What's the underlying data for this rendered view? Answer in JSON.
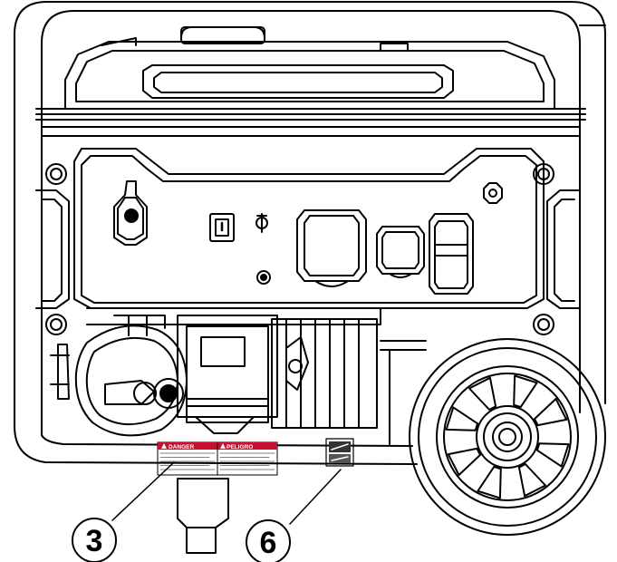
{
  "figure": {
    "callouts": [
      {
        "id": "callout-3",
        "number": "3"
      },
      {
        "id": "callout-6",
        "number": "6"
      }
    ],
    "warning_label": {
      "left_title": "DANGER",
      "right_title": "PELIGRO",
      "accent_color": "#c8102e"
    },
    "icons": [
      "power-switch-icon",
      "choke-lever-icon",
      "fuel-valve-icon",
      "ground-terminal-icon",
      "outlet-icon",
      "wheel-icon",
      "warning-label-icon",
      "symbol-label-icon"
    ]
  },
  "colors": {
    "line": "#000000",
    "background": "#ffffff"
  }
}
